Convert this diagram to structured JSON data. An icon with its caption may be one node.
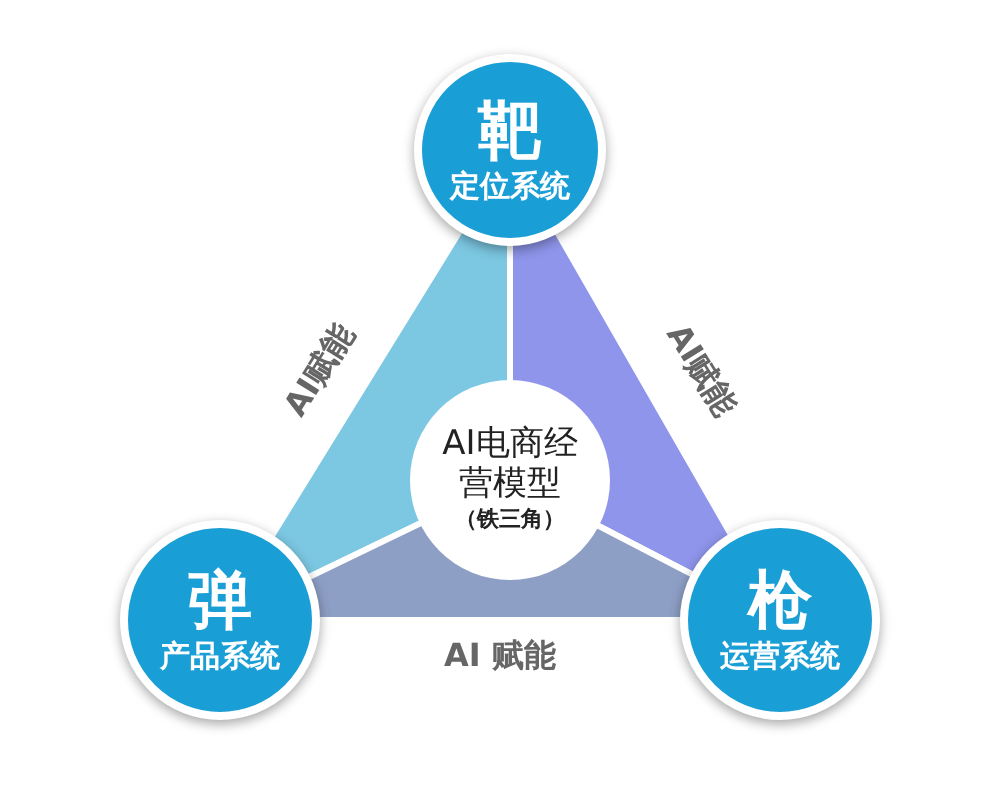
{
  "diagram": {
    "nodes": [
      {
        "text": [
          "靶",
          "定位系统"
        ]
      },
      {
        "text": [
          "AI电商经营模型",
          "（铁三角）"
        ]
      },
      {
        "text": [
          "弹",
          "产品系统"
        ]
      },
      {
        "text": [
          "枪",
          "运营系统"
        ]
      }
    ],
    "labels": [
      "AI赋能",
      "AI赋能",
      "AI 赋能"
    ]
  }
}
